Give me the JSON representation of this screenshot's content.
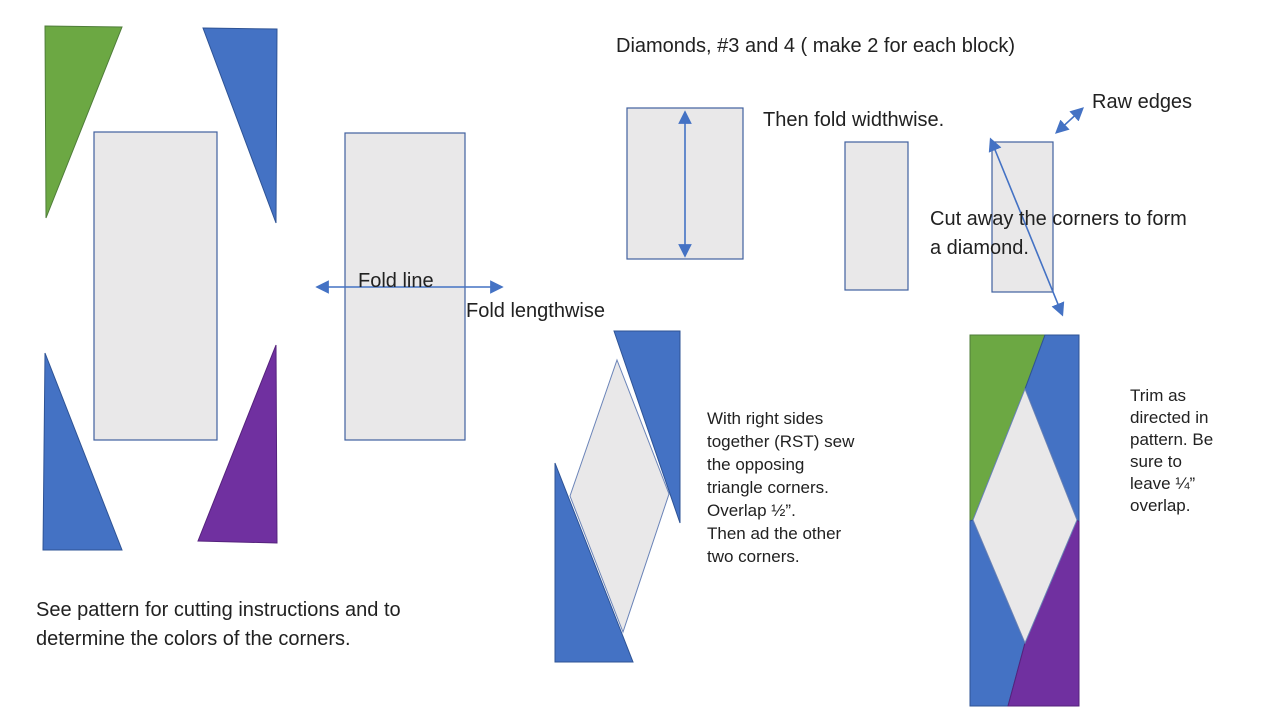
{
  "colors": {
    "green": "#6CA843",
    "blue": "#4472C4",
    "purple": "#7030A0",
    "fabric_gray": "#E9E8E9",
    "shape_outline": "#40609F",
    "arrow_blue": "#4472C4",
    "green_outline": "#4F7D3A",
    "blue_outline": "#2E5395",
    "purple_outline": "#55227D",
    "text": "#212121",
    "background": "#FFFFFF"
  },
  "labels": {
    "title": "Diamonds, #3 and 4 ( make 2 for each block)",
    "fold_line": "Fold line",
    "fold_lengthwise": "Fold lengthwise",
    "then_fold_widthwise": "Then fold widthwise.",
    "raw_edges": "Raw edges",
    "cut_away": "Cut away the corners to form\na diamond.",
    "rst_note": "With right sides\ntogether (RST) sew\nthe opposing\ntriangle corners.\nOverlap ½”.\nThen ad the other\ntwo corners.",
    "trim_note": "Trim as\ndirected in\npattern. Be\nsure to\nleave ¼”\noverlap.",
    "see_pattern": "See pattern for cutting instructions and to\ndetermine the colors of the corners."
  }
}
